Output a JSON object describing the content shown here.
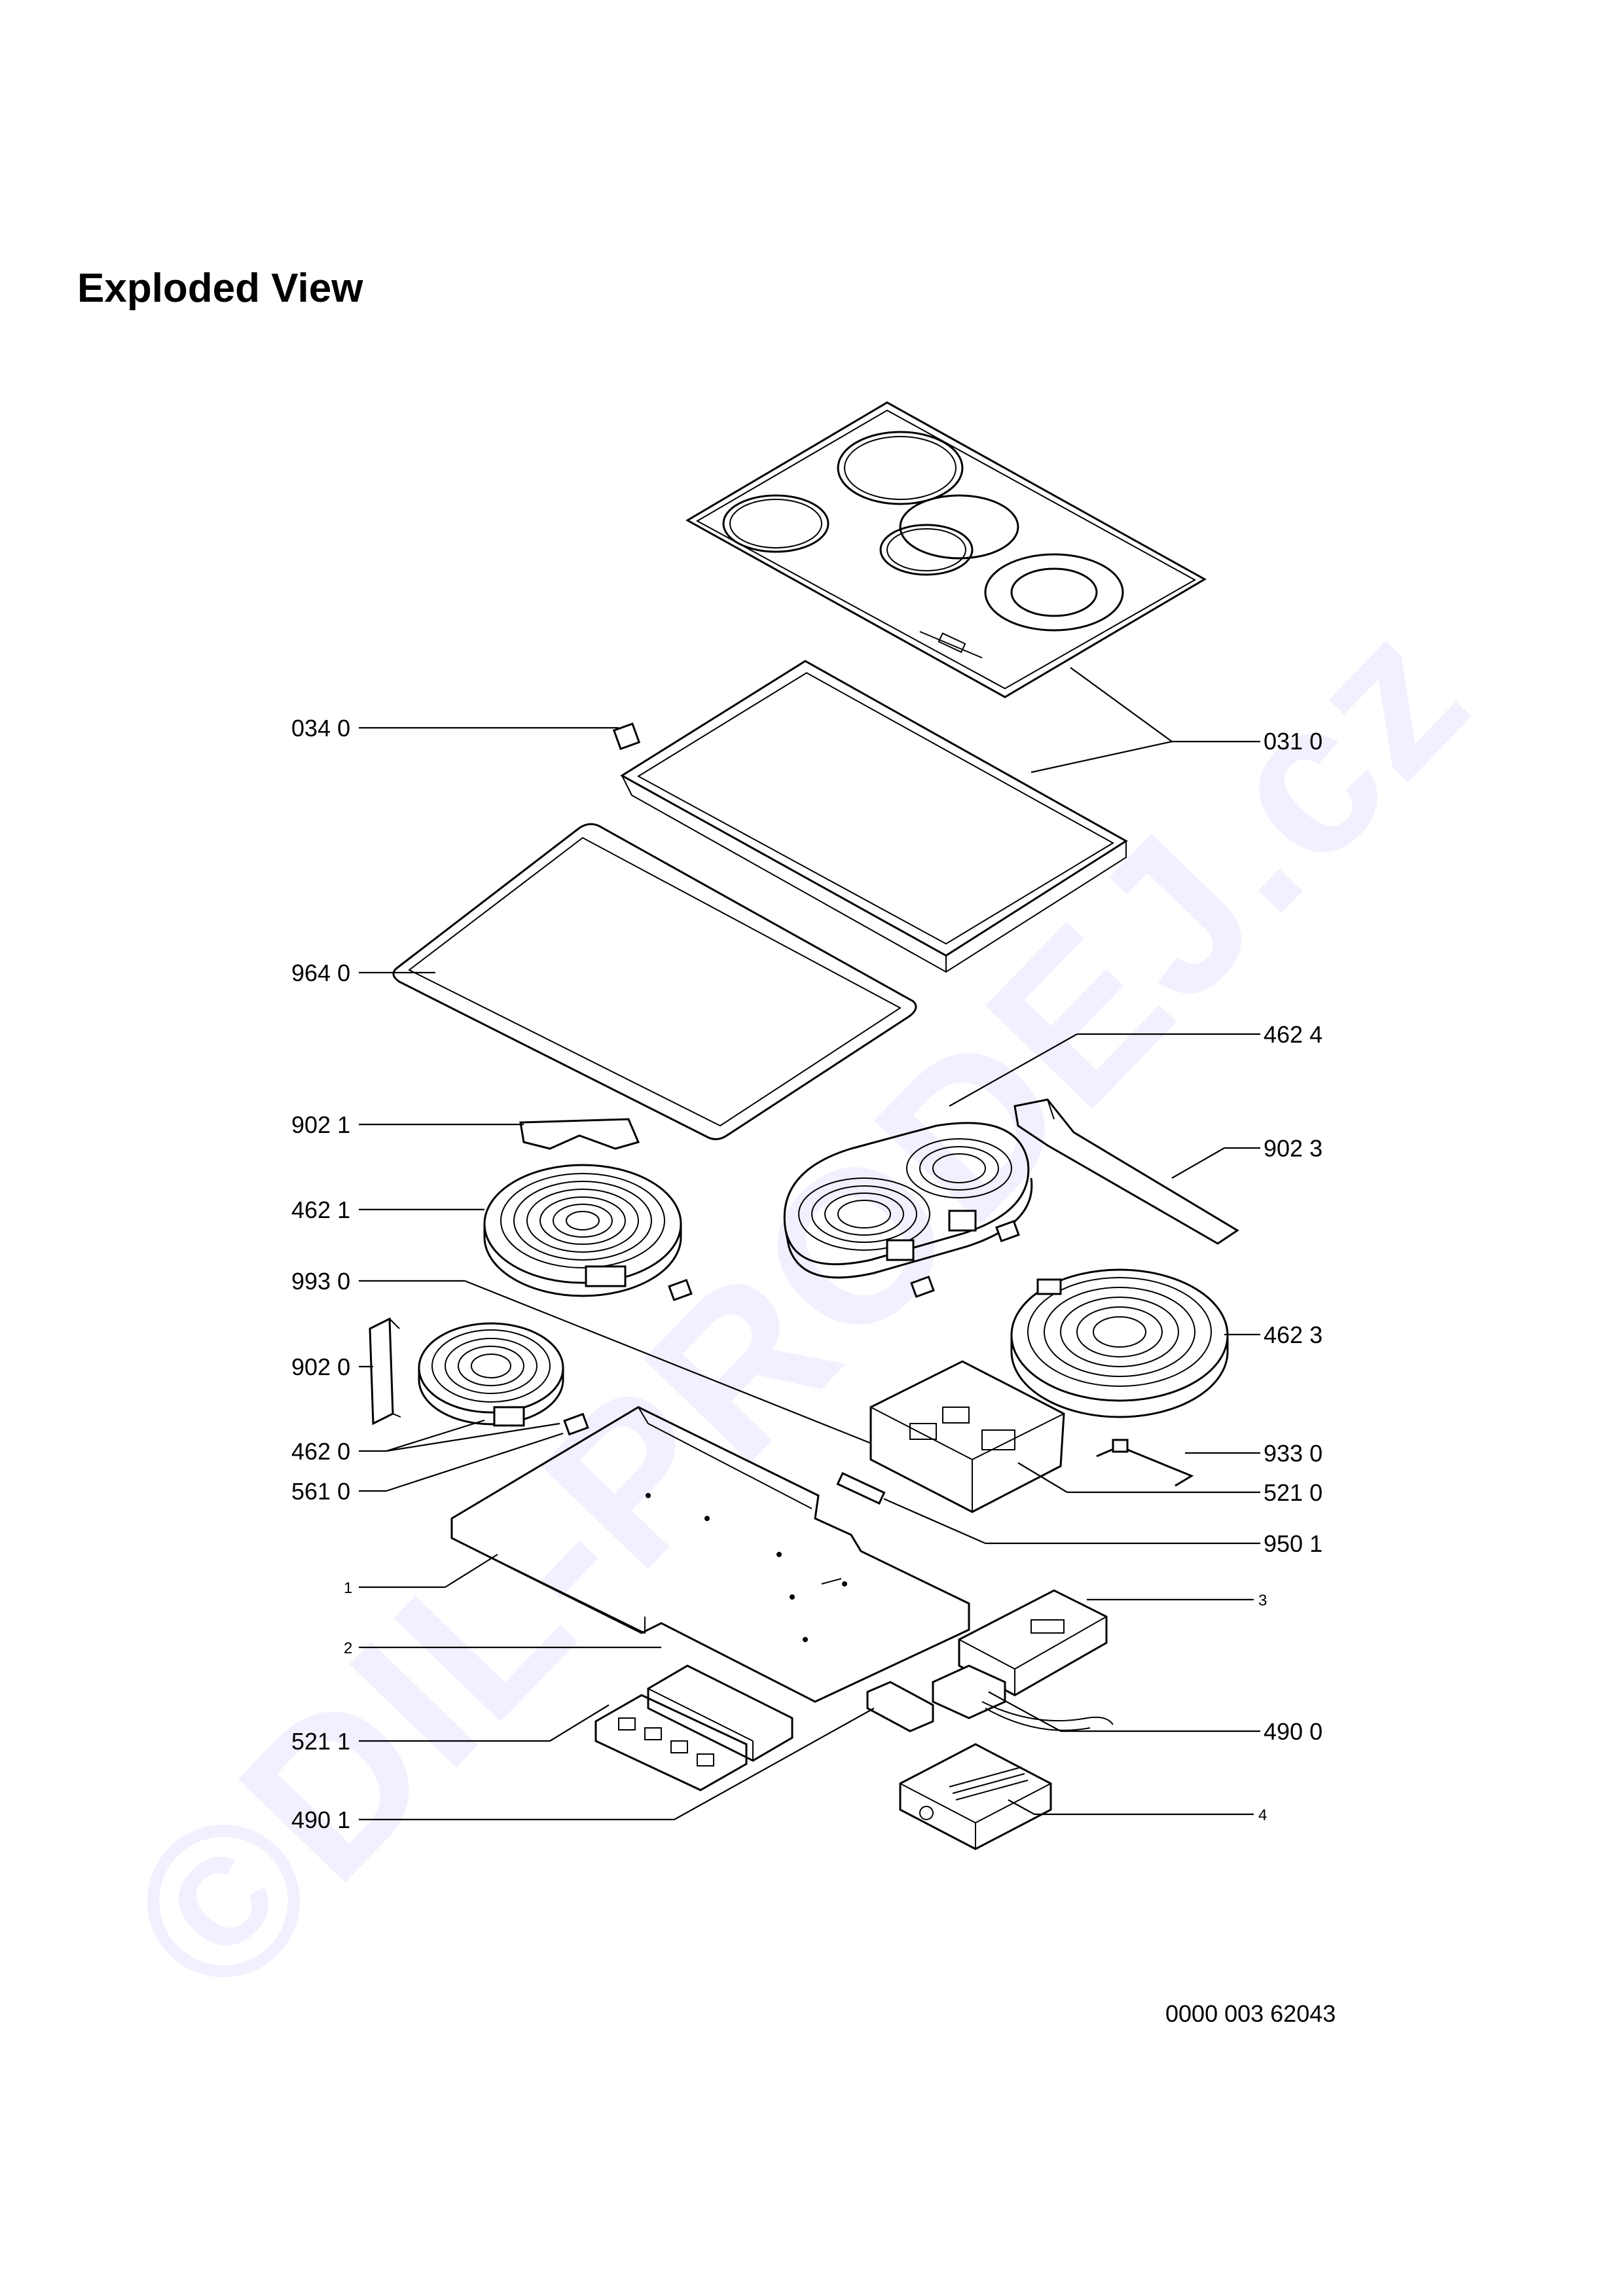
{
  "title": "Exploded View",
  "watermark": "©DIL-PRODEJ.cz",
  "doc_number": "0000 003 62043",
  "labels": {
    "l0340": "034 0",
    "l0310": "031 0",
    "l9640": "964 0",
    "l4624": "462 4",
    "l9021": "902 1",
    "l9023": "902 3",
    "l4621": "462 1",
    "l9930": "993 0",
    "l4623": "462 3",
    "l9020": "902 0",
    "l4620": "462 0",
    "l9330": "933 0",
    "l5610": "561 0",
    "l5210": "521 0",
    "l9501": "950 1",
    "l1": "1",
    "l3": "3",
    "l2": "2",
    "l5211": "521 1",
    "l4900": "490 0",
    "l4901": "490 1",
    "l4": "4"
  }
}
